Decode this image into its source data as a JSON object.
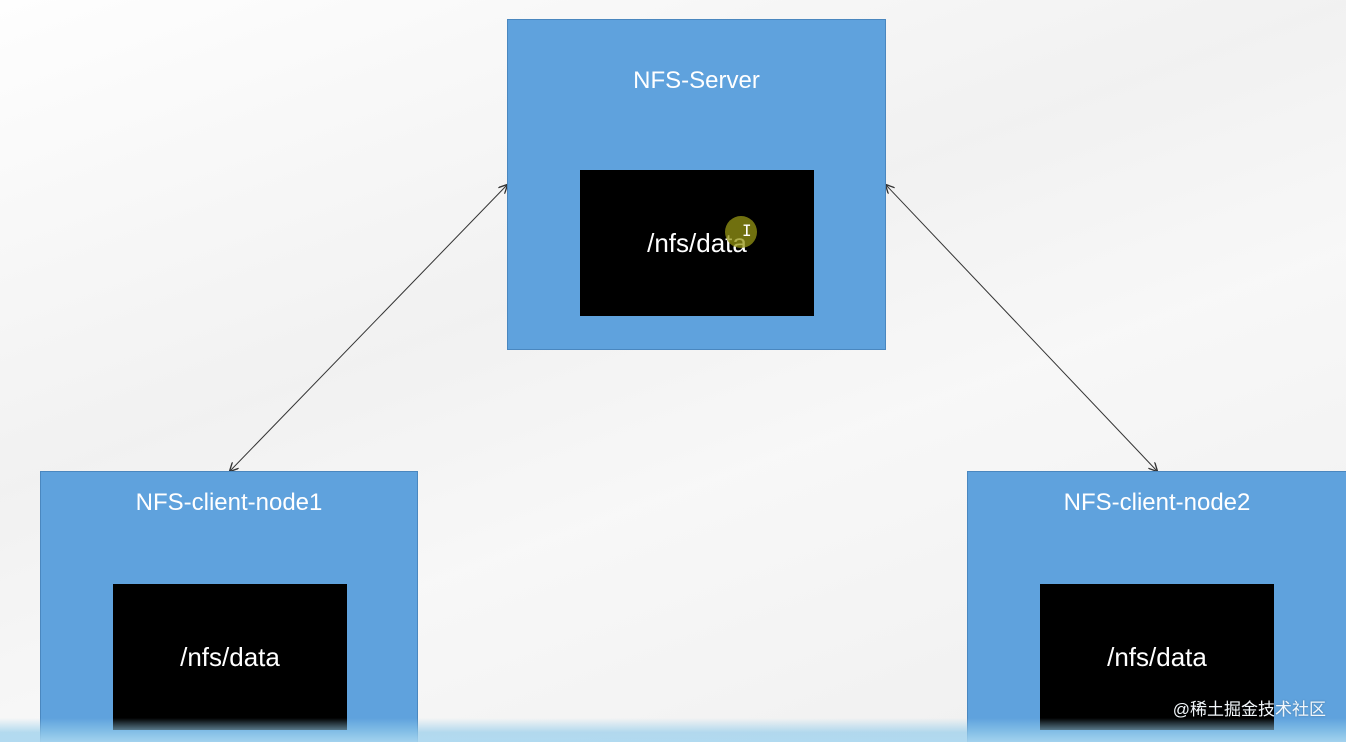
{
  "nodes": {
    "server": {
      "title": "NFS-Server",
      "path": "/nfs/data"
    },
    "client1": {
      "title": "NFS-client-node1",
      "path": "/nfs/data"
    },
    "client2": {
      "title": "NFS-client-node2",
      "path": "/nfs/data"
    }
  },
  "cursor": {
    "glyph": "I"
  },
  "watermark": "@稀土掘金技术社区",
  "colors": {
    "node_fill": "#5fa2dd",
    "screen_fill": "#000000",
    "connector": "#333333"
  }
}
